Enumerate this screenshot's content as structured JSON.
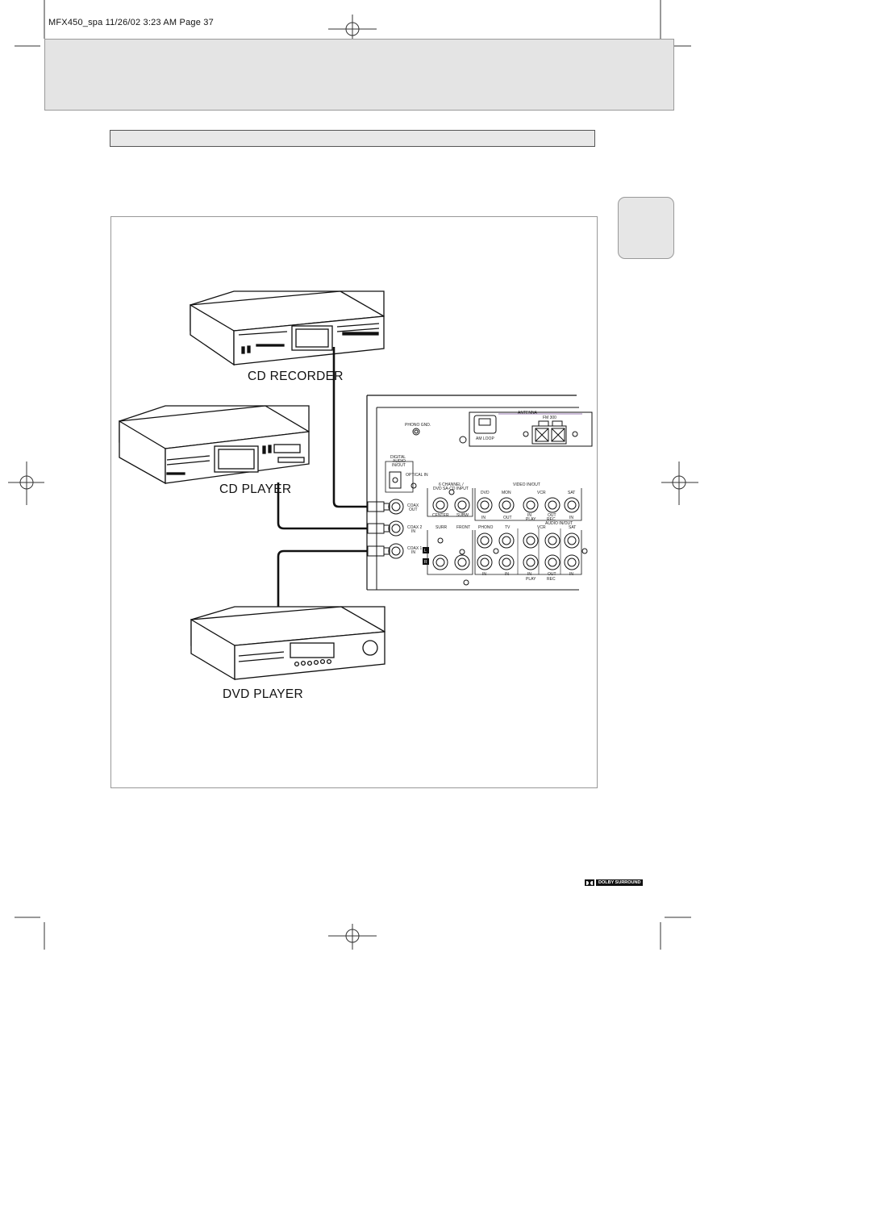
{
  "header": {
    "text": "MFX450_spa  11/26/02  3:23 AM  Page 37"
  },
  "devices": {
    "cd_recorder": "CD RECORDER",
    "cd_player": "CD PLAYER",
    "dvd_player": "DVD PLAYER"
  },
  "panel": {
    "phono_gnd": "PHONO GND.",
    "antenna": "ANTENNA",
    "fm": "FM 300",
    "am_loop": "AM LOOP",
    "digital_audio": [
      "DIGITAL",
      "AUDIO",
      "IN/OUT"
    ],
    "optical_in": "OPTICAL IN",
    "coax_out": [
      "COAX",
      "OUT"
    ],
    "coax2_in": [
      "COAX 2",
      "IN"
    ],
    "coax1_in": [
      "COAX 1",
      "IN"
    ],
    "six_channel": [
      "6 CHANNEL /",
      "DVD SA-CD INPUT"
    ],
    "video_inout": "VIDEO IN/OUT",
    "video_row_labels": [
      "DVD",
      "MON",
      "VCR",
      "SAT"
    ],
    "video_sub_labels": [
      "CENTER",
      "SUBW",
      "IN",
      "OUT",
      "IN",
      "OUT",
      "IN"
    ],
    "play_rec_1": [
      "PLAY",
      "REC"
    ],
    "audio_inout": "AUDIO IN/OUT",
    "audio_row_labels": [
      "SURR",
      "FRONT",
      "PHONO",
      "TV",
      "VCR",
      "SAT"
    ],
    "audio_sub_labels": [
      "IN",
      "IN",
      "IN",
      "OUT",
      "IN"
    ],
    "play_rec_2": [
      "PLAY",
      "REC"
    ],
    "lr": [
      "L",
      "R"
    ]
  },
  "logo": {
    "text": "DOLBY SURROUND"
  }
}
